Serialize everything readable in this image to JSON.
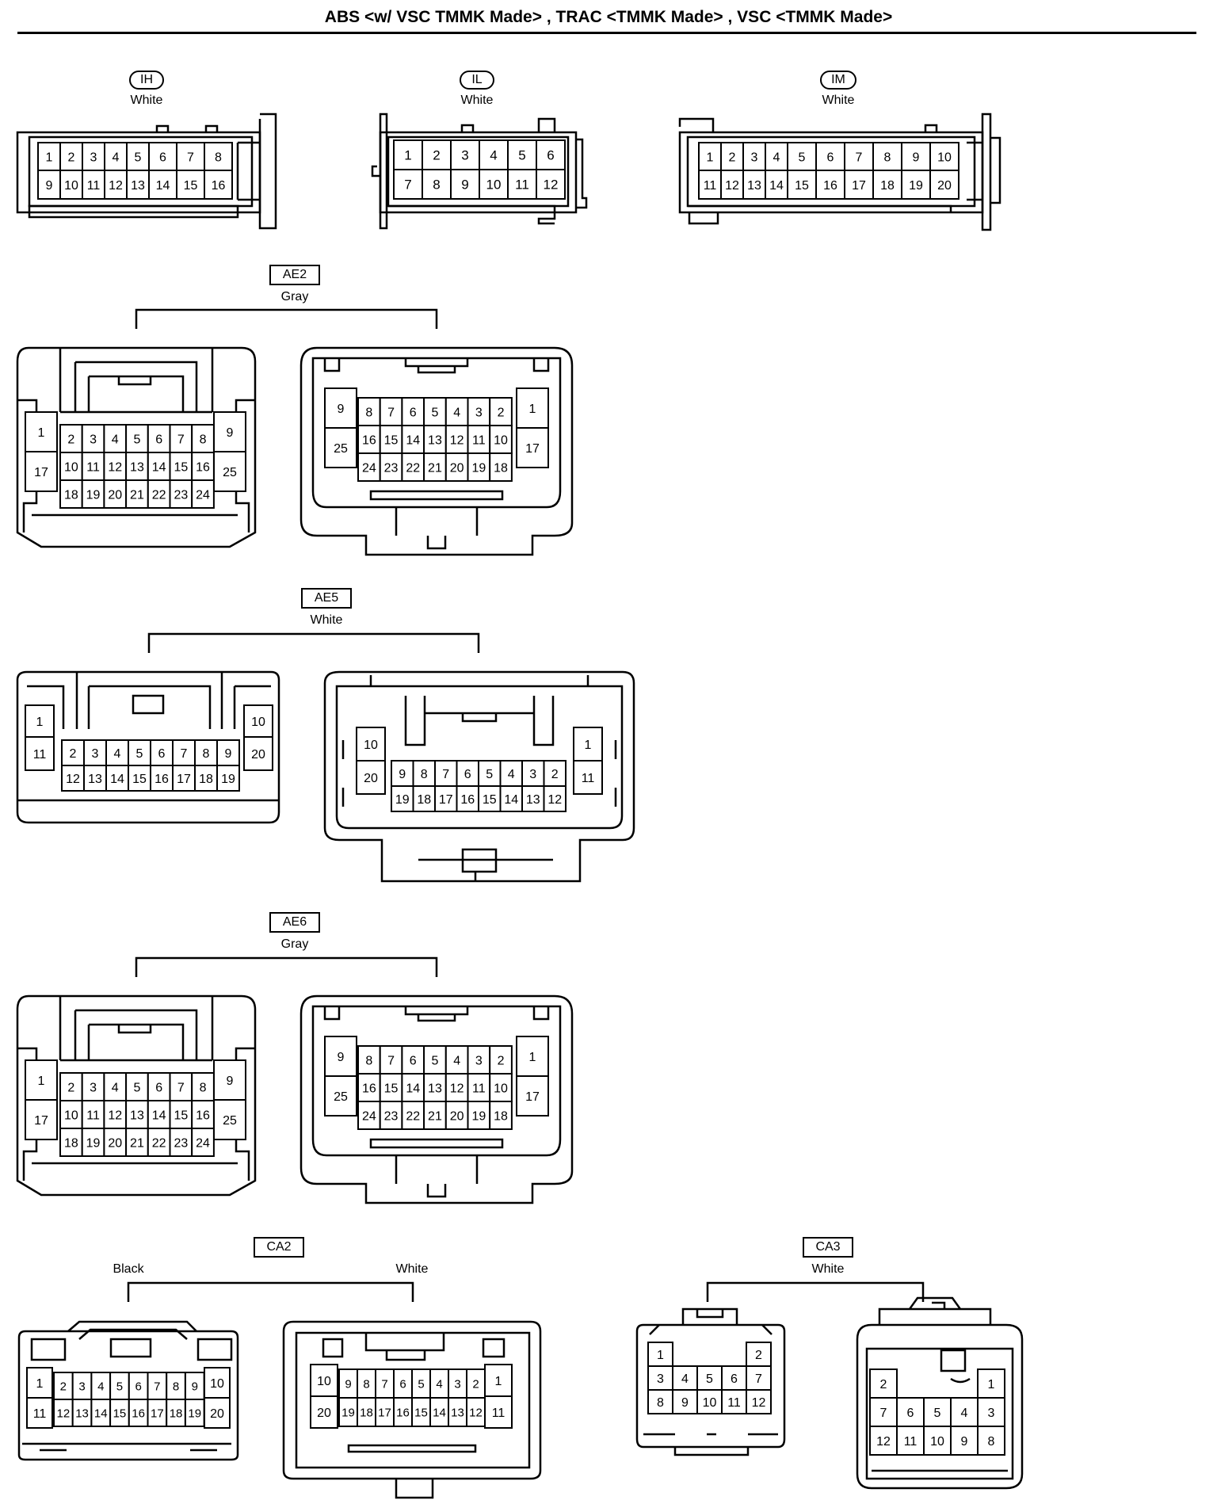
{
  "title": "ABS <w/ VSC TMMK Made> , TRAC <TMMK Made> , VSC <TMMK Made>",
  "connectors": [
    {
      "id": "IH",
      "color": "White"
    },
    {
      "id": "IL",
      "color": "White"
    },
    {
      "id": "IM",
      "color": "White"
    },
    {
      "id": "AE2",
      "color": "Gray"
    },
    {
      "id": "AE5",
      "color": "White"
    },
    {
      "id": "AE6",
      "color": "Gray"
    },
    {
      "id": "CA2",
      "color_left": "Black",
      "color_right": "White"
    },
    {
      "id": "CA3",
      "color": "White"
    }
  ],
  "pins": {
    "IH": [
      [
        "1",
        "2",
        "3",
        "4",
        "5",
        "6",
        "7",
        "8"
      ],
      [
        "9",
        "10",
        "11",
        "12",
        "13",
        "14",
        "15",
        "16"
      ]
    ],
    "IL": [
      [
        "1",
        "2",
        "3",
        "4",
        "5",
        "6"
      ],
      [
        "7",
        "8",
        "9",
        "10",
        "11",
        "12"
      ]
    ],
    "IM": [
      [
        "1",
        "2",
        "3",
        "4",
        "5",
        "6",
        "7",
        "8",
        "9",
        "10"
      ],
      [
        "11",
        "12",
        "13",
        "14",
        "15",
        "16",
        "17",
        "18",
        "19",
        "20"
      ]
    ],
    "AE25_left": {
      "side_left": [
        "1",
        "17"
      ],
      "side_right": [
        "9",
        "25"
      ],
      "rows": [
        [
          "2",
          "3",
          "4",
          "5",
          "6",
          "7",
          "8"
        ],
        [
          "10",
          "11",
          "12",
          "13",
          "14",
          "15",
          "16"
        ],
        [
          "18",
          "19",
          "20",
          "21",
          "22",
          "23",
          "24"
        ]
      ]
    },
    "AE25_right": {
      "side_left": [
        "9",
        "25"
      ],
      "side_right": [
        "1",
        "17"
      ],
      "rows": [
        [
          "8",
          "7",
          "6",
          "5",
          "4",
          "3",
          "2"
        ],
        [
          "16",
          "15",
          "14",
          "13",
          "12",
          "11",
          "10"
        ],
        [
          "24",
          "23",
          "22",
          "21",
          "20",
          "19",
          "18"
        ]
      ]
    },
    "AE20_left": {
      "side_left": [
        "1",
        "11"
      ],
      "side_right": [
        "10",
        "20"
      ],
      "rows": [
        [
          "2",
          "3",
          "4",
          "5",
          "6",
          "7",
          "8",
          "9"
        ],
        [
          "12",
          "13",
          "14",
          "15",
          "16",
          "17",
          "18",
          "19"
        ]
      ]
    },
    "AE20_right": {
      "side_left": [
        "10",
        "20"
      ],
      "side_right": [
        "1",
        "11"
      ],
      "rows": [
        [
          "9",
          "8",
          "7",
          "6",
          "5",
          "4",
          "3",
          "2"
        ],
        [
          "19",
          "18",
          "17",
          "16",
          "15",
          "14",
          "13",
          "12"
        ]
      ]
    },
    "CA2_left": {
      "side_left": [
        "1",
        "11"
      ],
      "side_right": [
        "10",
        "20"
      ],
      "rows": [
        [
          "2",
          "3",
          "4",
          "5",
          "6",
          "7",
          "8",
          "9"
        ],
        [
          "12",
          "13",
          "14",
          "15",
          "16",
          "17",
          "18",
          "19"
        ]
      ]
    },
    "CA2_right": {
      "side_left": [
        "10",
        "20"
      ],
      "side_right": [
        "1",
        "11"
      ],
      "rows": [
        [
          "9",
          "8",
          "7",
          "6",
          "5",
          "4",
          "3",
          "2"
        ],
        [
          "19",
          "18",
          "17",
          "16",
          "15",
          "14",
          "13",
          "12"
        ]
      ]
    },
    "CA3_left": [
      [
        "1",
        "",
        "",
        "",
        "2"
      ],
      [
        "3",
        "4",
        "5",
        "6",
        "7"
      ],
      [
        "8",
        "9",
        "10",
        "11",
        "12"
      ]
    ],
    "CA3_right": [
      [
        "2",
        "",
        "",
        "",
        "1"
      ],
      [
        "7",
        "6",
        "5",
        "4",
        "3"
      ],
      [
        "12",
        "11",
        "10",
        "9",
        "8"
      ]
    ]
  }
}
